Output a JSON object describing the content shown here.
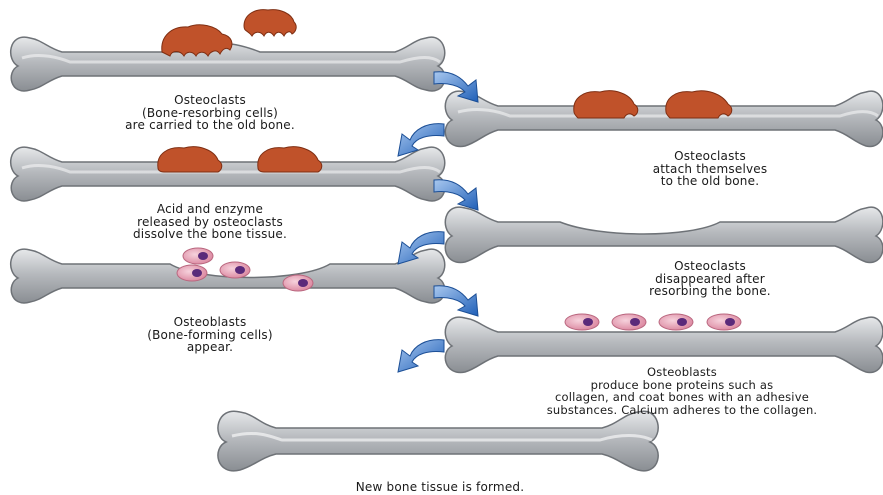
{
  "steps": [
    {
      "lines": [
        "Osteoclasts",
        "(Bone-resorbing cells)",
        "are carried to the old bone."
      ]
    },
    {
      "lines": [
        "Osteoclasts",
        "attach themselves",
        "to the old bone."
      ]
    },
    {
      "lines": [
        "Acid and enzyme",
        "released by osteoclasts",
        "dissolve the bone tissue."
      ]
    },
    {
      "lines": [
        "Osteoclasts",
        "disappeared after",
        "resorbing the bone."
      ]
    },
    {
      "lines": [
        "Osteoblasts",
        "(Bone-forming cells)",
        "appear."
      ]
    },
    {
      "lines": [
        "Osteoblasts",
        "produce bone proteins such as",
        "collagen, and coat bones with an adhesive",
        "substances. Calcium adheres to the collagen."
      ]
    },
    {
      "lines": [
        "New bone tissue is formed."
      ]
    }
  ],
  "colors": {
    "bone_fill": "#a9acb0",
    "bone_light": "#e4e6e8",
    "bone_outline": "#6e7277",
    "osteoclast": "#c0522a",
    "osteoblast": "#e79ab0",
    "nucleus": "#5a2a7a",
    "arrow": "#2f6fc4"
  },
  "icons": {
    "arrow": "blue-curved-arrow-icon",
    "osteoclast": "osteoclast-cell-icon",
    "osteoblast": "osteoblast-cell-icon"
  }
}
